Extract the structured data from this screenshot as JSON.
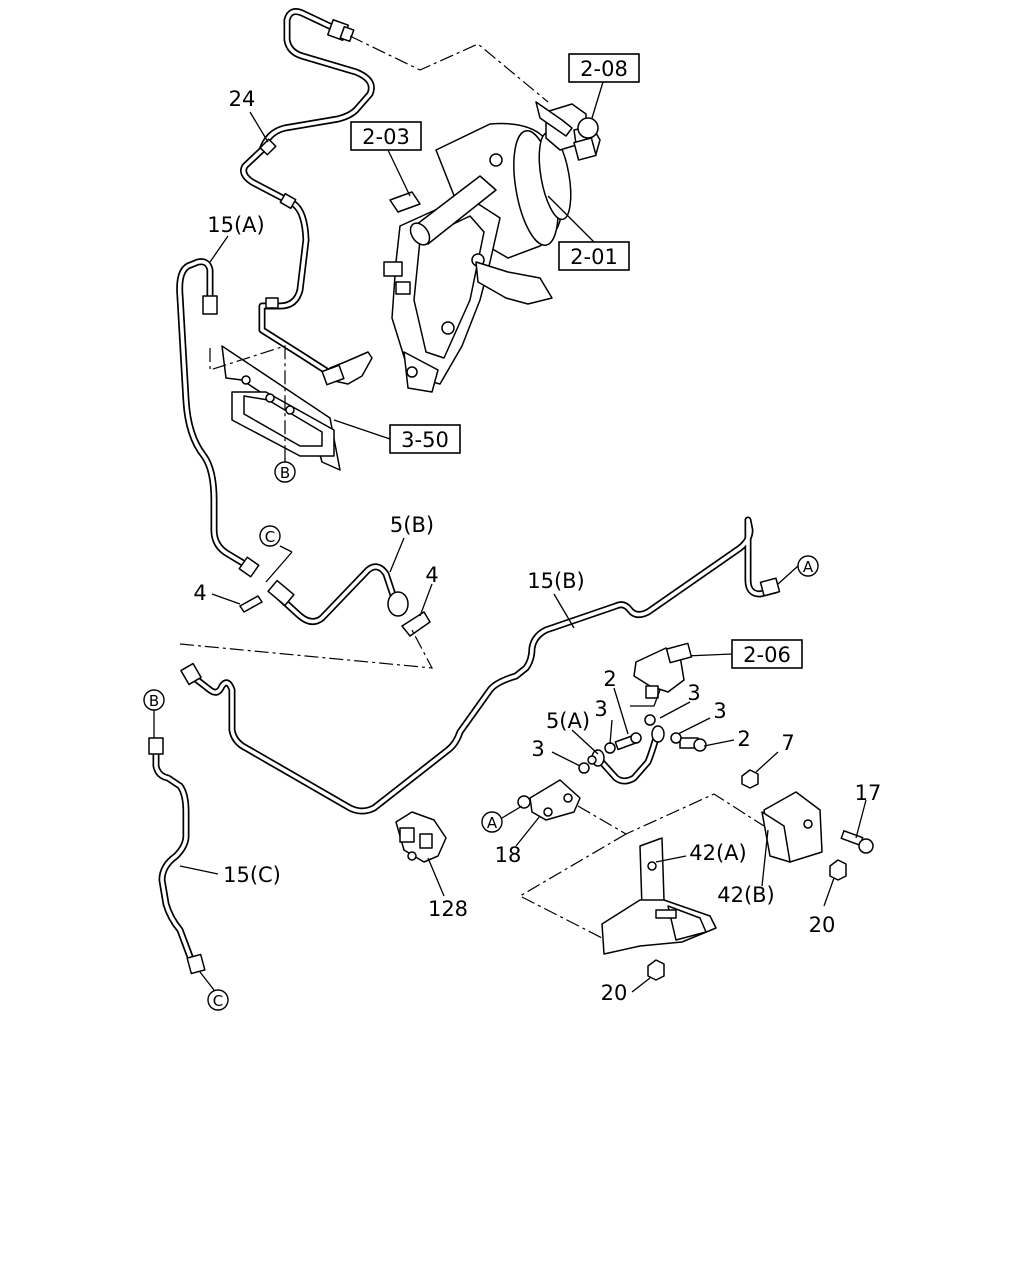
{
  "callouts": {
    "c24": "24",
    "c15a": "15(A)",
    "c15b": "15(B)",
    "c15c": "15(C)",
    "c5b": "5(B)",
    "c5a": "5(A)",
    "c4_left": "4",
    "c4_right": "4",
    "c2_upper": "2",
    "c2_lower": "2",
    "c3_a": "3",
    "c3_b": "3",
    "c3_c": "3",
    "c3_d": "3",
    "c7": "7",
    "c17": "17",
    "c18": "18",
    "c42a": "42(A)",
    "c42b": "42(B)",
    "c20_right": "20",
    "c20_bottom": "20",
    "c128": "128"
  },
  "references": {
    "r208": "2-08",
    "r203": "2-03",
    "r201": "2-01",
    "r350": "3-50",
    "r206": "2-06"
  },
  "connectors": {
    "A": "A",
    "B": "B",
    "C": "C"
  }
}
